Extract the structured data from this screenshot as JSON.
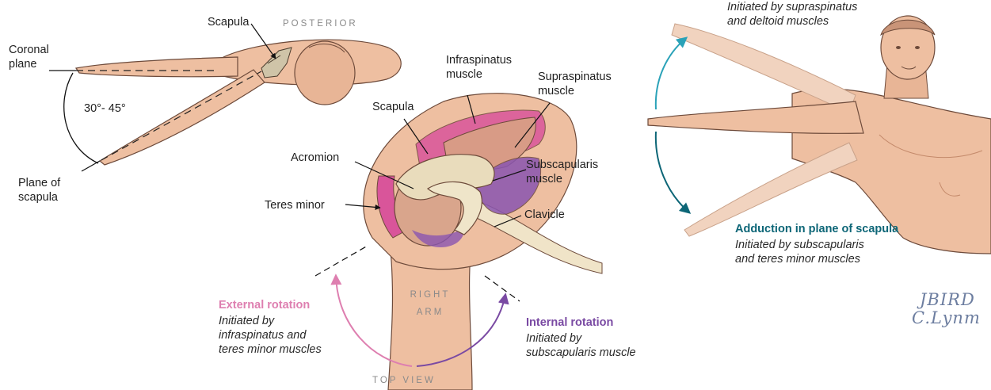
{
  "colors": {
    "skin": "#eebfa1",
    "skin_dark": "#d59c7c",
    "outline": "#6d4a3a",
    "muscle_pink": "#d9559a",
    "muscle_purple": "#8a55b0",
    "external_rotation": "#de7fb0",
    "internal_rotation": "#7a4aa3",
    "abduction": "#2aa2b8",
    "adduction": "#0d6677"
  },
  "left": {
    "scapula": "Scapula",
    "posterior": "POSTERIOR",
    "coronal_plane": [
      "Coronal",
      "plane"
    ],
    "angle": "30°- 45°",
    "plane_of_scapula": [
      "Plane of",
      "scapula"
    ]
  },
  "center": {
    "infraspinatus": [
      "Infraspinatus",
      "muscle"
    ],
    "supraspinatus": [
      "Supraspinatus",
      "muscle"
    ],
    "scapula": "Scapula",
    "acromion": "Acromion",
    "subscapularis": [
      "Subscapularis",
      "muscle"
    ],
    "teres_minor": "Teres minor",
    "clavicle": "Clavicle",
    "arm": [
      "RIGHT",
      "ARM"
    ],
    "top_view": "TOP VIEW",
    "external": {
      "title": "External rotation",
      "desc": [
        "Initiated by",
        "infraspinatus and",
        "teres minor muscles"
      ]
    },
    "internal": {
      "title": "Internal rotation",
      "desc": [
        "Initiated by",
        "subscapularis muscle"
      ]
    }
  },
  "right": {
    "abduction_desc": [
      "Initiated by supraspinatus",
      "and deltoid muscles"
    ],
    "adduction": {
      "title": "Adduction in plane of scapula",
      "desc": [
        "Initiated by subscapularis",
        "and teres minor muscles"
      ]
    },
    "signature": [
      "JBIRD",
      "C.Lynm"
    ]
  }
}
